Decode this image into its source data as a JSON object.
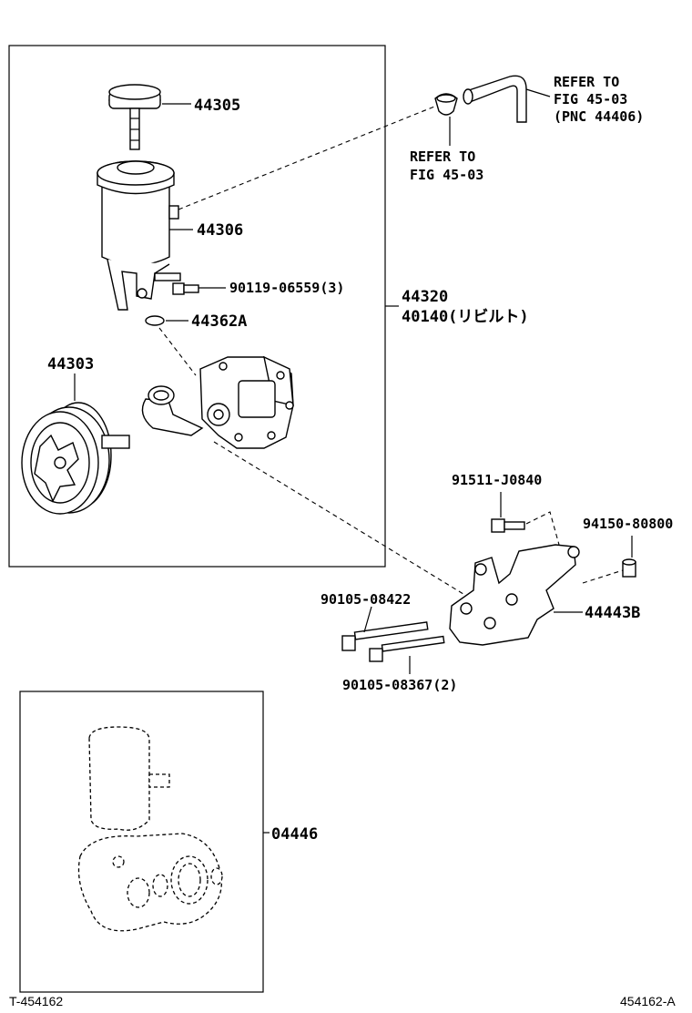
{
  "callouts": {
    "p44305": "44305",
    "p44306": "44306",
    "p90119": "90119-06559(3)",
    "p44362a": "44362A",
    "p44320": "44320",
    "p40140": "40140(リビルト)",
    "p44303": "44303",
    "p91511": "91511-J0840",
    "p94150": "94150-80800",
    "p90105a": "90105-08422",
    "p44443b": "44443B",
    "p90105b": "90105-08367(2)",
    "p04446": "04446"
  },
  "refs": {
    "hose_line1": "REFER TO",
    "hose_line2": "FIG 45-03",
    "hose_line3": "(PNC 44406)",
    "clamp_line1": "REFER TO",
    "clamp_line2": "FIG 45-03"
  },
  "footer": {
    "left_code": "T-454162",
    "right_code": "454162-A"
  }
}
